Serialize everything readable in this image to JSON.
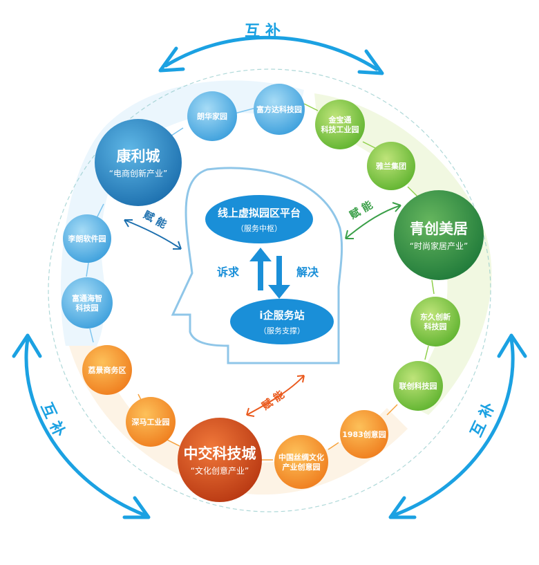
{
  "arrows": {
    "top": "互 补",
    "left": "互 补",
    "right": "互 补"
  },
  "clusters": {
    "blue": {
      "hub_title": "康利城",
      "hub_subtitle": "“电商创新产业”",
      "nodes": [
        "朗华家园",
        "富方达科技园",
        "李朗软件园",
        "富通海智|科技园"
      ],
      "empower": "赋 能"
    },
    "green": {
      "hub_title": "青创美居",
      "hub_subtitle": "“时尚家居产业”",
      "nodes": [
        "金宝通|科技工业园",
        "雅兰集团",
        "东久创新|科技园",
        "联创科技园"
      ],
      "empower": "赋 能"
    },
    "orange": {
      "hub_title": "中交科技城",
      "hub_subtitle": "“文化创意产业”",
      "nodes": [
        "荔景商务区",
        "深马工业园",
        "1983创意园",
        "中国丝绸文化|产业创意园"
      ],
      "empower": "赋 能"
    }
  },
  "center": {
    "top_title": "线上虚拟园区平台",
    "top_sub": "（服务中枢）",
    "left_label": "诉求",
    "right_label": "解决",
    "bottom_title": "i企服务站",
    "bottom_sub": "（服务支撑）"
  },
  "colors": {
    "blue": "#2c8fd0",
    "blue_light": "#7cc4ee",
    "green": "#3a9f48",
    "green_light": "#8fcf4a",
    "orange": "#ea5a1e",
    "orange_light": "#f7a13a",
    "arrow": "#1ba1e2",
    "center_fill": "#1a8fd8",
    "head_stroke": "#8fc6e8"
  }
}
